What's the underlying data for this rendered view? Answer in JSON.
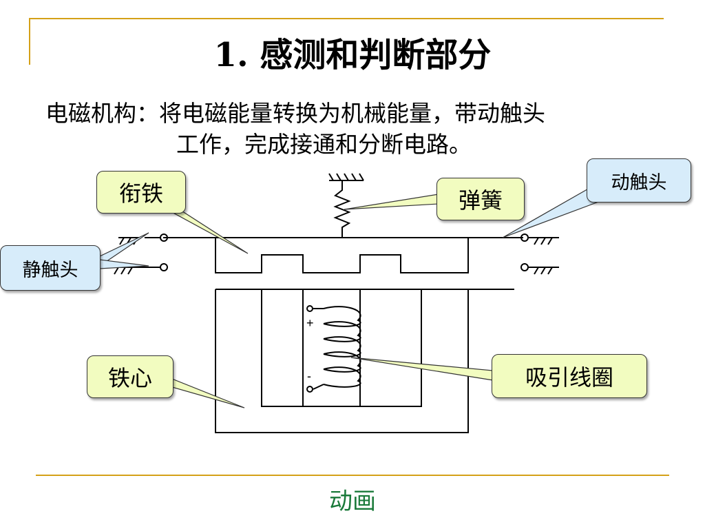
{
  "slide": {
    "title": "1.  感测和判断部分",
    "description_line1": "电磁机构：将电磁能量转换为机械能量，带动触头",
    "description_line2": "工作，完成接通和分断电路。",
    "footer_link": "动画"
  },
  "diagram": {
    "labels": {
      "armature": "衔铁",
      "spring": "弹簧",
      "moving_contact": "动触头",
      "static_contact": "静触头",
      "iron_core": "铁心",
      "coil": "吸引线圈"
    },
    "coil_terminals": {
      "plus": "+",
      "minus": "-"
    }
  },
  "colors": {
    "accent_rule": "#d4a017",
    "label_green_fill": "#f2fcc0",
    "label_blue_fill": "#d7ecfa",
    "footer_link": "#1a7a3a"
  }
}
